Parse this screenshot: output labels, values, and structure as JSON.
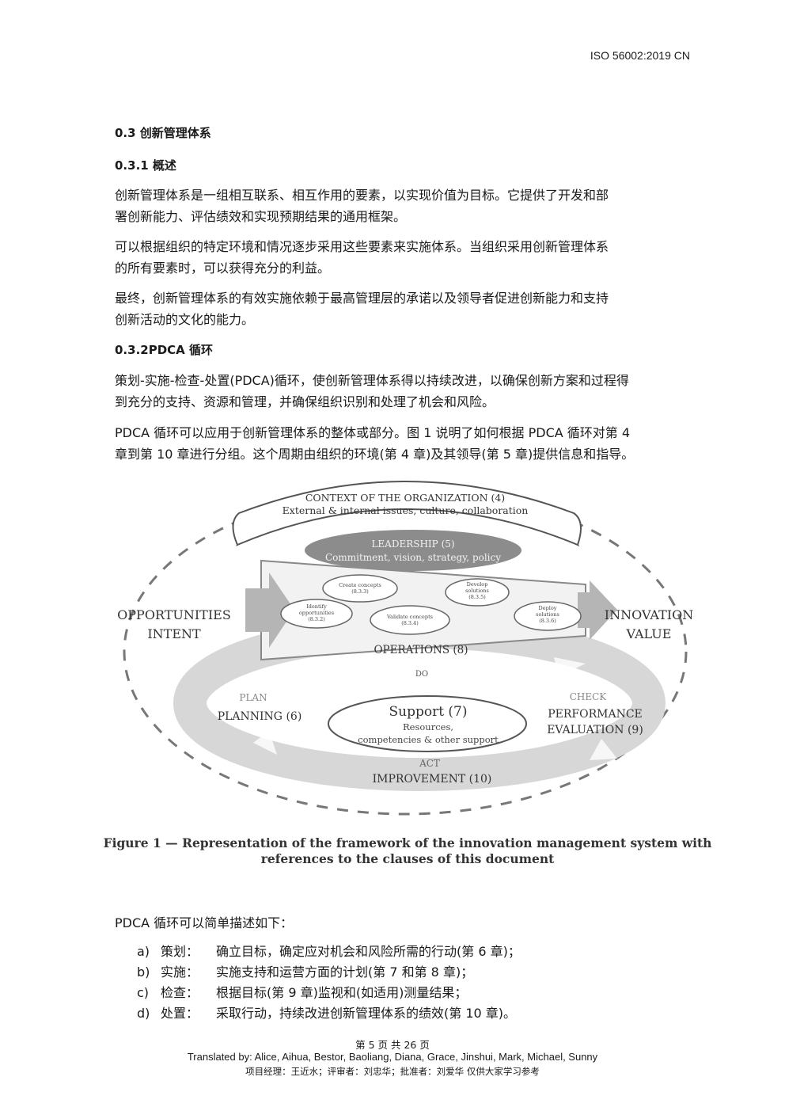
{
  "header": {
    "doc_id": "ISO 56002:2019 CN"
  },
  "sections": {
    "h03": "0.3 创新管理体系",
    "h031": "0.3.1 概述",
    "p1": [
      "创新管理体系是一组相互联系、相互作用的要素，以实现价值为目标。它提供了开发和部",
      "署创新能力、评估绩效和实现预期结果的通用框架。"
    ],
    "p2": [
      "可以根据组织的特定环境和情况逐步采用这些要素来实施体系。当组织采用创新管理体系",
      "的所有要素时，可以获得充分的利益。"
    ],
    "p3": [
      "最终，创新管理体系的有效实施依赖于最高管理层的承诺以及领导者促进创新能力和支持",
      "创新活动的文化的能力。"
    ],
    "h032": "0.3.2PDCA 循环",
    "p4": [
      "策划-实施-检查-处置(PDCA)循环，使创新管理体系得以持续改进，以确保创新方案和过程得",
      "到充分的支持、资源和管理，并确保组织识别和处理了机会和风险。"
    ],
    "p5": [
      "PDCA 循环可以应用于创新管理体系的整体或部分。图 1 说明了如何根据 PDCA 循环对第 4",
      "章到第 10 章进行分组。这个周期由组织的环境(第 4 章)及其领导(第 5 章)提供信息和指导。"
    ]
  },
  "figure": {
    "context_title": "CONTEXT OF THE ORGANIZATION (4)",
    "context_sub": "External & internal issues, culture, collaboration",
    "leadership_title": "LEADERSHIP (5)",
    "leadership_sub": "Commitment, vision, strategy, policy",
    "opp_line1": "OPPORTUNITIES",
    "opp_line2": "INTENT",
    "inn_line1": "INNOVATION",
    "inn_line2": "VALUE",
    "proc_create": [
      "Create concepts",
      "(8.3.3)"
    ],
    "proc_identify": [
      "Identify",
      "opportunities",
      "(8.3.2)"
    ],
    "proc_validate": [
      "Validate concepts",
      "(8.3.4)"
    ],
    "proc_develop": [
      "Develop",
      "solutions",
      "(8.3.5)"
    ],
    "proc_deploy": [
      "Deploy",
      "solutions",
      "(8.3.6)"
    ],
    "operations": "OPERATIONS (8)",
    "do": "DO",
    "plan": "PLAN",
    "planning": "PLANNING (6)",
    "check": "CHECK",
    "perf1": "PERFORMANCE",
    "perf2": "EVALUATION (9)",
    "support_title": "Support (7)",
    "support_sub1": "Resources,",
    "support_sub2": "competencies & other support",
    "act": "ACT",
    "improvement": "IMPROVEMENT (10)",
    "caption1": "Figure 1 — Representation of the framework of the innovation management system with",
    "caption2": "references to the clauses of this document"
  },
  "list": {
    "intro": "PDCA 循环可以简单描述如下：",
    "items": [
      {
        "marker": "a)",
        "term": "策划：",
        "text": "确立目标，确定应对机会和风险所需的行动(第 6 章)；"
      },
      {
        "marker": "b)",
        "term": "实施：",
        "text": "实施支持和运营方面的计划(第 7 和第 8 章)；"
      },
      {
        "marker": "c)",
        "term": "检查：",
        "text": "根据目标(第 9 章)监视和(如适用)测量结果；"
      },
      {
        "marker": "d)",
        "term": "处置：",
        "text": "采取行动，持续改进创新管理体系的绩效(第 10 章)。"
      }
    ]
  },
  "footer": {
    "page": "第 5 页 共 26 页",
    "translators": "Translated by: Alice, Aihua, Bestor,  Baoliang, Diana, Grace, Jinshui, Mark, Michael, Sunny",
    "credits": "项目经理：王近水；评审者：刘忠华；批准者：刘爱华    仅供大家学习参考"
  }
}
